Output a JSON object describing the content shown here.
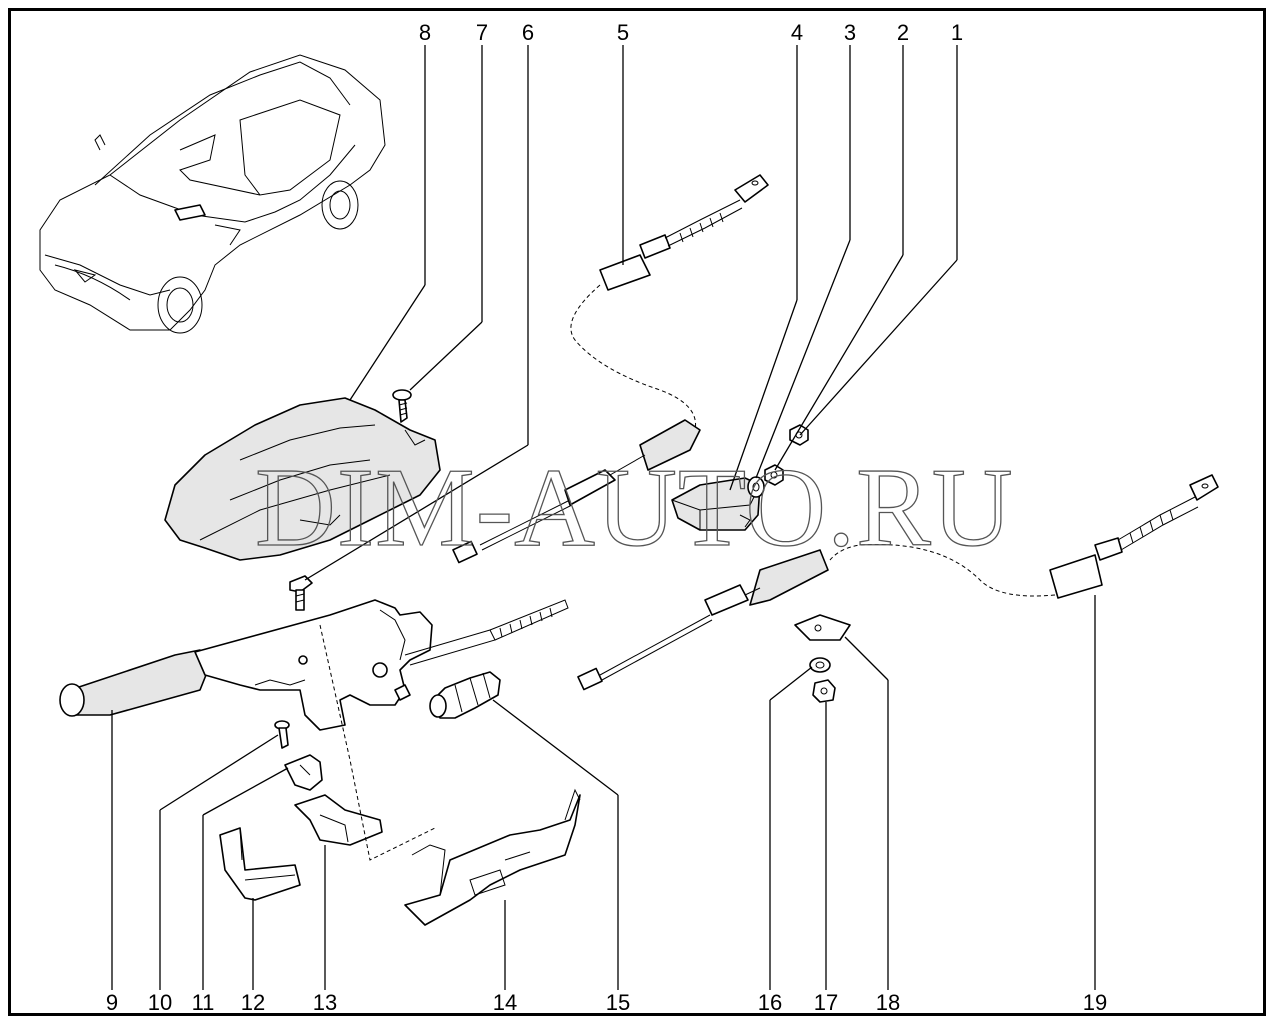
{
  "watermark": "DIM-AUTO.RU",
  "callouts": [
    {
      "id": "1",
      "label": "1"
    },
    {
      "id": "2",
      "label": "2"
    },
    {
      "id": "3",
      "label": "3"
    },
    {
      "id": "4",
      "label": "4"
    },
    {
      "id": "5",
      "label": "5"
    },
    {
      "id": "6",
      "label": "6"
    },
    {
      "id": "7",
      "label": "7"
    },
    {
      "id": "8",
      "label": "8"
    },
    {
      "id": "9",
      "label": "9"
    },
    {
      "id": "10",
      "label": "10"
    },
    {
      "id": "11",
      "label": "11"
    },
    {
      "id": "12",
      "label": "12"
    },
    {
      "id": "13",
      "label": "13"
    },
    {
      "id": "14",
      "label": "14"
    },
    {
      "id": "15",
      "label": "15"
    },
    {
      "id": "16",
      "label": "16"
    },
    {
      "id": "17",
      "label": "17"
    },
    {
      "id": "18",
      "label": "18"
    },
    {
      "id": "19",
      "label": "19"
    }
  ]
}
